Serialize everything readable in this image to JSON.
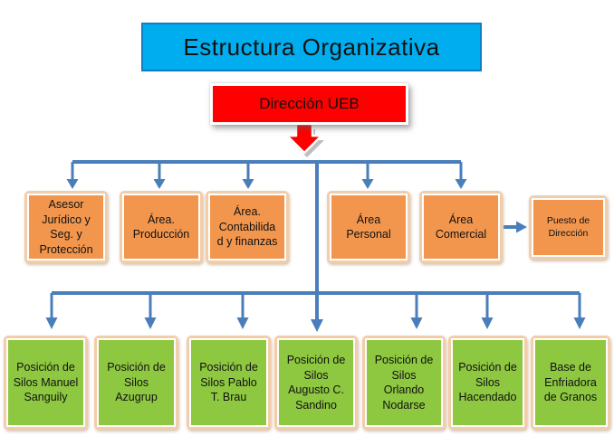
{
  "title": {
    "text": "Estructura Organizativa"
  },
  "root": {
    "label": "Dirección UEB"
  },
  "level1": {
    "boxes": [
      {
        "label": "Asesor\nJurídico y\nSeg. y\nProtección"
      },
      {
        "label": "Área.\nProducción"
      },
      {
        "label": "Área.\nContabilida\nd y finanzas"
      },
      {
        "label": "Área\nPersonal"
      },
      {
        "label": "Área\nComercial"
      }
    ],
    "side_box": {
      "label": "Puesto de\nDirección"
    }
  },
  "level2": {
    "boxes": [
      {
        "label": "Posición de\nSilos Manuel\nSanguily"
      },
      {
        "label": "Posición de\nSilos\nAzugrup"
      },
      {
        "label": "Posición de\nSilos Pablo\nT. Brau"
      },
      {
        "label": "Posición de\nSilos\nAugusto C.\nSandino"
      },
      {
        "label": "Posición de\nSilos\nOrlando\nNodarse"
      },
      {
        "label": "Posición de\nSilos\nHacendado"
      },
      {
        "label": "Base de\nEnfriadora\nde Granos"
      }
    ]
  },
  "colors": {
    "title_bg": "#00AEEF",
    "root_bg": "#FE0000",
    "root_arrow": "#FE0000",
    "level1_box_bg": "#F2964E",
    "level2_box_bg": "#8EC841",
    "box_outer_edge": "#F2CDA9",
    "connector_blue": "#4A7EBB",
    "text": "#111111"
  }
}
